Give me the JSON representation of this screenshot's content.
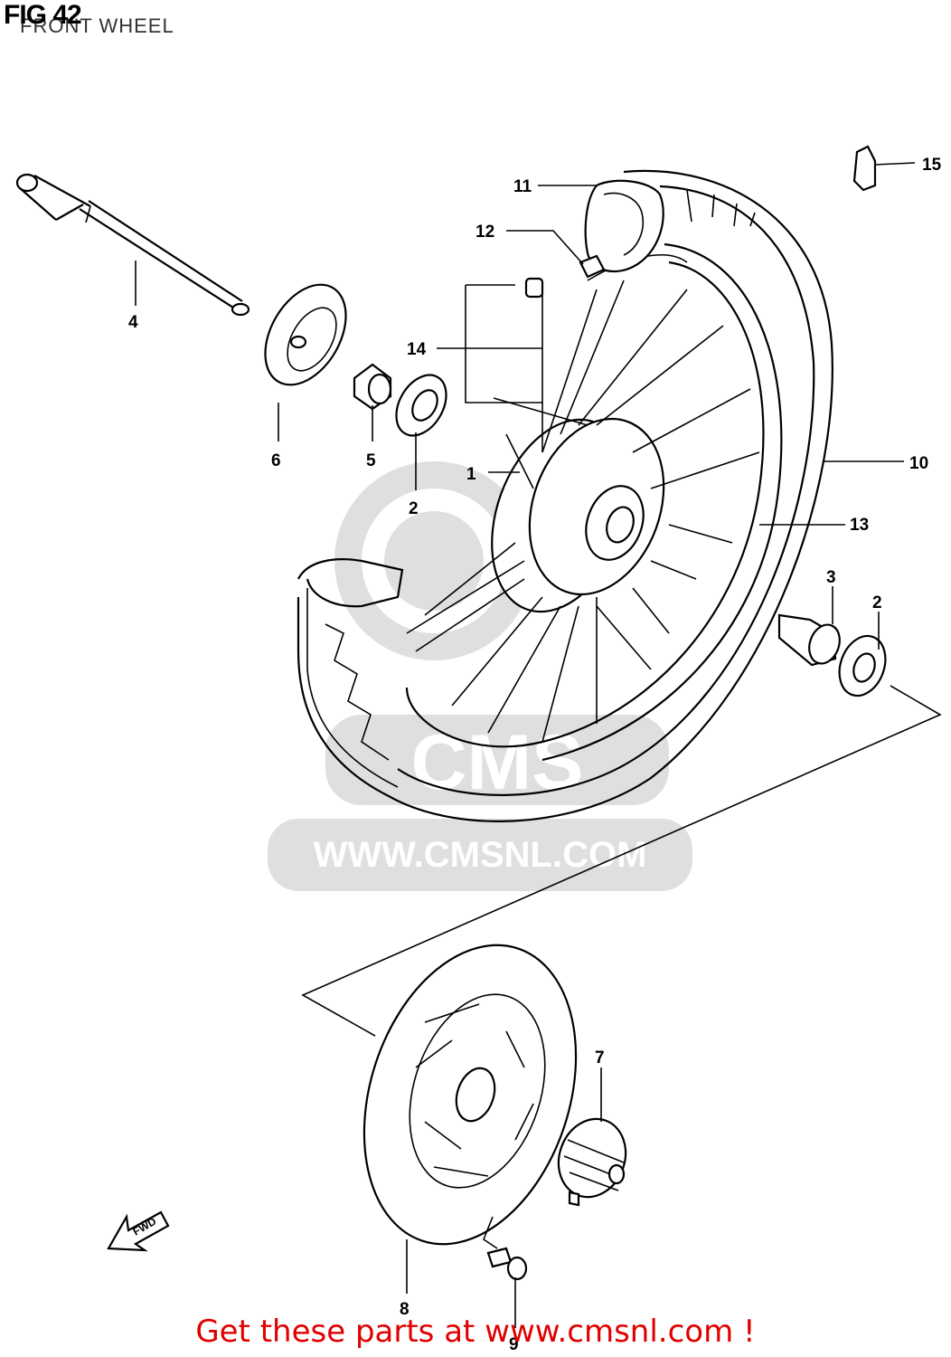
{
  "figure": {
    "title": "FIG 42",
    "subtitle": "FRONT WHEEL"
  },
  "callouts": [
    "1",
    "2",
    "2",
    "3",
    "4",
    "5",
    "6",
    "7",
    "8",
    "9",
    "10",
    "11",
    "12",
    "13",
    "14",
    "15"
  ],
  "watermark": {
    "logo_text": "CMS",
    "url_text": "WWW.CMSNL.COM"
  },
  "fwd_label": "FWD",
  "footer": {
    "link_text": "Get these parts at www.cmsnl.com !",
    "link_color": "#e00000"
  },
  "colors": {
    "line": "#000000",
    "watermark": "#d8d8d8",
    "background": "#ffffff"
  }
}
